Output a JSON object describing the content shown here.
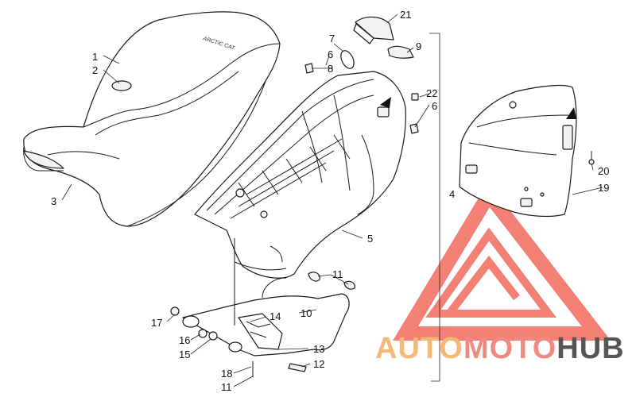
{
  "diagram": {
    "callouts": [
      {
        "id": "c1",
        "label": "1"
      },
      {
        "id": "c2",
        "label": "2"
      },
      {
        "id": "c3",
        "label": "3"
      },
      {
        "id": "c4",
        "label": "4"
      },
      {
        "id": "c5",
        "label": "5"
      },
      {
        "id": "c6a",
        "label": "6"
      },
      {
        "id": "c6b",
        "label": "6"
      },
      {
        "id": "c7",
        "label": "7"
      },
      {
        "id": "c8",
        "label": "8"
      },
      {
        "id": "c9",
        "label": "9"
      },
      {
        "id": "c10",
        "label": "10"
      },
      {
        "id": "c11a",
        "label": "11"
      },
      {
        "id": "c11b",
        "label": "11"
      },
      {
        "id": "c12",
        "label": "12"
      },
      {
        "id": "c13",
        "label": "13"
      },
      {
        "id": "c14",
        "label": "14"
      },
      {
        "id": "c15",
        "label": "15"
      },
      {
        "id": "c16",
        "label": "16"
      },
      {
        "id": "c17",
        "label": "17"
      },
      {
        "id": "c18",
        "label": "18"
      },
      {
        "id": "c19",
        "label": "19"
      },
      {
        "id": "c20",
        "label": "20"
      },
      {
        "id": "c21",
        "label": "21"
      },
      {
        "id": "c22",
        "label": "22"
      }
    ],
    "seat_logo_text": "ARCTIC CAT"
  },
  "watermark": {
    "part1": "AUTO",
    "part2": "MOTO",
    "part3": "HUB",
    "colors": {
      "auto": "#f5b877",
      "moto": "#f08a80",
      "hub": "#555555",
      "triangle": "#f26b5e"
    }
  }
}
